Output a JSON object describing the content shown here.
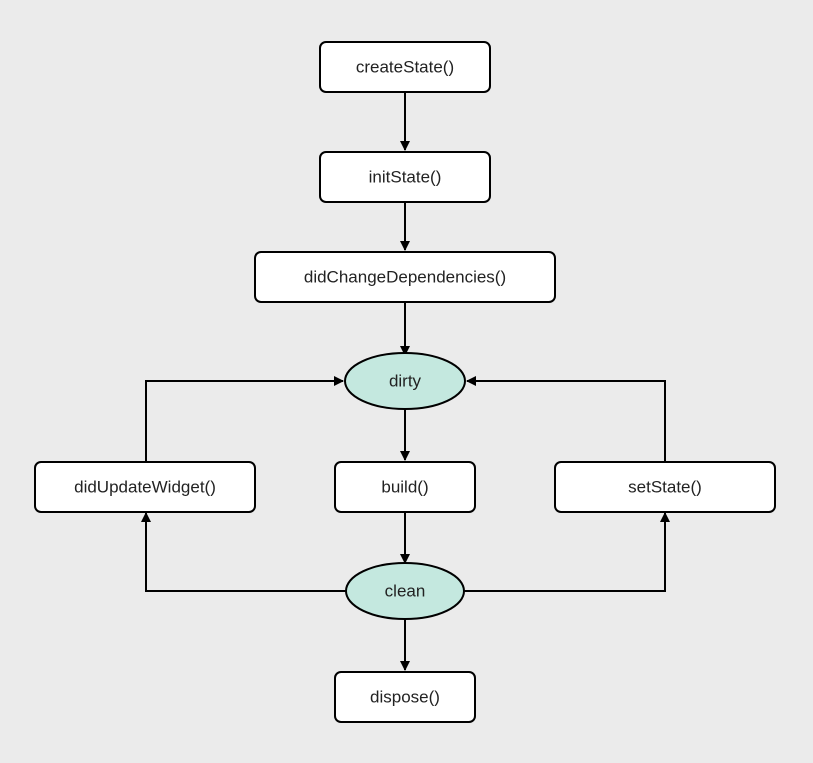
{
  "colors": {
    "background": "#ebebeb",
    "box_fill": "#ffffff",
    "state_fill": "#c4e8df",
    "stroke": "#000000"
  },
  "nodes": {
    "createState": "createState()",
    "initState": "initState()",
    "didChangeDependencies": "didChangeDependencies()",
    "dirty": "dirty",
    "didUpdateWidget": "didUpdateWidget()",
    "build": "build()",
    "setState": "setState()",
    "clean": "clean",
    "dispose": "dispose()"
  },
  "edges": [
    {
      "from": "createState",
      "to": "initState"
    },
    {
      "from": "initState",
      "to": "didChangeDependencies"
    },
    {
      "from": "didChangeDependencies",
      "to": "dirty"
    },
    {
      "from": "dirty",
      "to": "build"
    },
    {
      "from": "build",
      "to": "clean"
    },
    {
      "from": "clean",
      "to": "dispose"
    },
    {
      "from": "clean",
      "to": "didUpdateWidget"
    },
    {
      "from": "clean",
      "to": "setState"
    },
    {
      "from": "didUpdateWidget",
      "to": "dirty"
    },
    {
      "from": "setState",
      "to": "dirty"
    }
  ]
}
